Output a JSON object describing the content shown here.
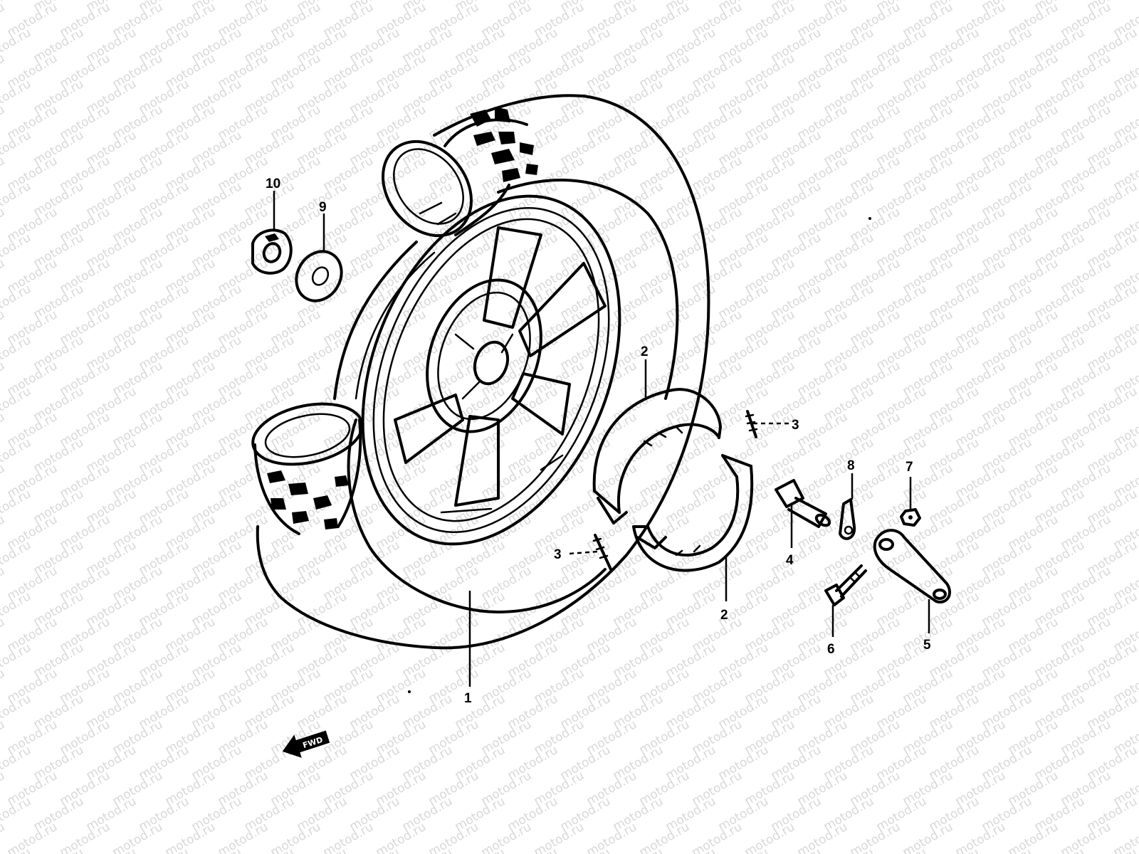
{
  "watermark": {
    "text": "motod.ru"
  },
  "direction_marker": {
    "text": "FWD"
  },
  "callouts": [
    {
      "id": "1",
      "label": "1"
    },
    {
      "id": "2a",
      "label": "2"
    },
    {
      "id": "2b",
      "label": "2"
    },
    {
      "id": "3a",
      "label": "3"
    },
    {
      "id": "3b",
      "label": "3"
    },
    {
      "id": "4",
      "label": "4"
    },
    {
      "id": "5",
      "label": "5"
    },
    {
      "id": "6",
      "label": "6"
    },
    {
      "id": "7",
      "label": "7"
    },
    {
      "id": "8",
      "label": "8"
    },
    {
      "id": "9",
      "label": "9"
    },
    {
      "id": "10",
      "label": "10"
    }
  ],
  "colors": {
    "ink": "#000000",
    "background": "#ffffff",
    "watermark": "#b8b8b8"
  }
}
